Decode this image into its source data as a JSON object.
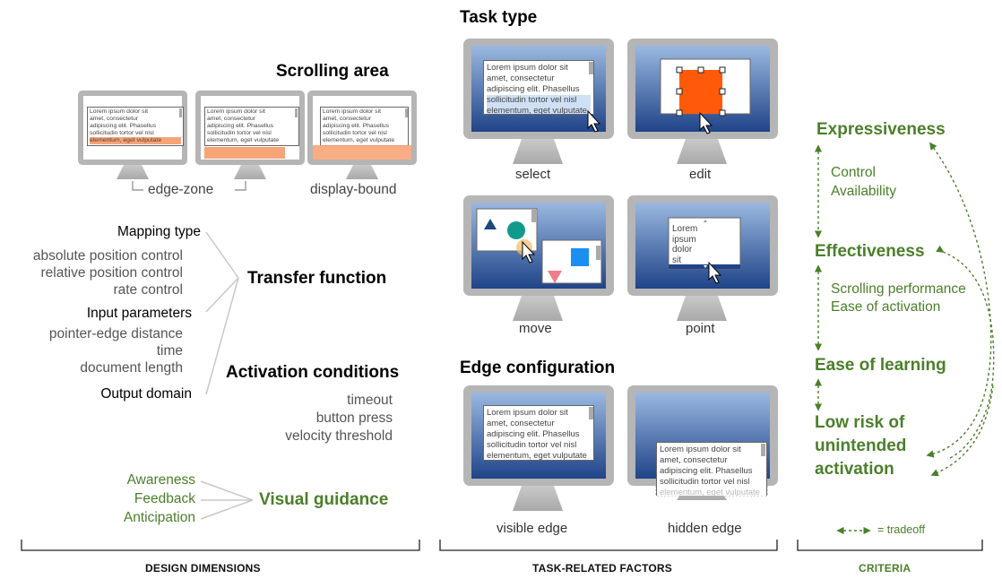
{
  "design": {
    "scrolling_area": {
      "heading": "Scrolling area",
      "edge_zone_label": "edge-zone",
      "display_bound_label": "display-bound"
    },
    "doc_lines": [
      "Lorem ipsum dolor sit",
      "amet, consectetur",
      "adipiscing elit. Phasellus",
      "sollicitudin tortor vel nisl",
      "elementum, eget vulputate"
    ],
    "transfer_function": {
      "heading": "Transfer function",
      "mapping_type": "Mapping type",
      "mapping_options": [
        "absolute position control",
        "relative position control",
        "rate control"
      ],
      "input_parameters": "Input parameters",
      "input_options": [
        "pointer-edge distance",
        "time",
        "document length"
      ],
      "output_domain": "Output domain"
    },
    "activation_conditions": {
      "heading": "Activation conditions",
      "options": [
        "timeout",
        "button press",
        "velocity threshold"
      ]
    },
    "visual_guidance": {
      "heading": "Visual guidance",
      "options": [
        "Awareness",
        "Feedback",
        "Anticipation"
      ]
    },
    "footer": "DESIGN DIMENSIONS"
  },
  "task": {
    "task_type_heading": "Task type",
    "captions": {
      "select": "select",
      "edit": "edit",
      "move": "move",
      "point": "point"
    },
    "point_list": [
      "Lorem",
      "ipsum",
      "dolor",
      "sit"
    ],
    "edge_configuration_heading": "Edge configuration",
    "edge_captions": {
      "visible": "visible edge",
      "hidden": "hidden edge"
    },
    "footer": "TASK-RELATED FACTORS"
  },
  "criteria": {
    "expressiveness": "Expressiveness",
    "control_availability": [
      "Control",
      "Availability"
    ],
    "effectiveness": "Effectiveness",
    "scrolling_performance": [
      "Scrolling performance",
      "Ease of activation"
    ],
    "ease_of_learning": "Ease of learning",
    "low_risk": [
      "Low risk of",
      "unintended",
      "activation"
    ],
    "legend": "= tradeoff",
    "footer": "CRITERIA"
  },
  "colors": {
    "accent_green": "#4b7f2a",
    "highlight_orange": "#f7a477",
    "edit_orange": "#ff5a0a",
    "screen_blue_top": "#8fb0dc",
    "screen_blue_bottom": "#1f4488",
    "monitor_gray": "#b5b5b5",
    "teal": "#109a8c",
    "move_blue": "#1a8ff0",
    "triangle_pink": "#ef7c86",
    "triangle_navy": "#1c4a7e"
  }
}
